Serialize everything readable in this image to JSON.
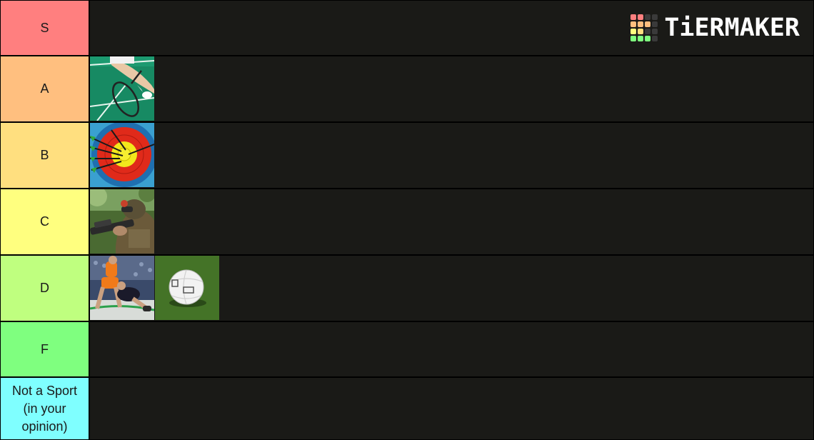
{
  "logo": {
    "text": "TiERMAKER",
    "grid_colors": [
      "#ff7f7f",
      "#ff7f7f",
      "#3a3a3a",
      "#3a3a3a",
      "#ffbf7f",
      "#ffbf7f",
      "#ffbf7f",
      "#3a3a3a",
      "#ffff7f",
      "#ffdf7f",
      "#3a3a3a",
      "#3a3a3a",
      "#7fff7f",
      "#7fff7f",
      "#7fff7f",
      "#3a3a3a"
    ]
  },
  "tiers": [
    {
      "label": "S",
      "color": "#ff7f7f",
      "items": []
    },
    {
      "label": "A",
      "color": "#ffbf7f",
      "items": [
        "badminton-icon"
      ]
    },
    {
      "label": "B",
      "color": "#ffdf7f",
      "items": [
        "archery-target-icon"
      ]
    },
    {
      "label": "C",
      "color": "#ffff7f",
      "items": [
        "airsoft-soldier-icon"
      ]
    },
    {
      "label": "D",
      "color": "#bfff7f",
      "items": [
        "wrestling-icon",
        "gaelic-football-icon"
      ]
    },
    {
      "label": "F",
      "color": "#7fff7f",
      "items": []
    },
    {
      "label": "Not a Sport\n(in your\nopinion)",
      "color": "#7fffff",
      "items": []
    }
  ]
}
